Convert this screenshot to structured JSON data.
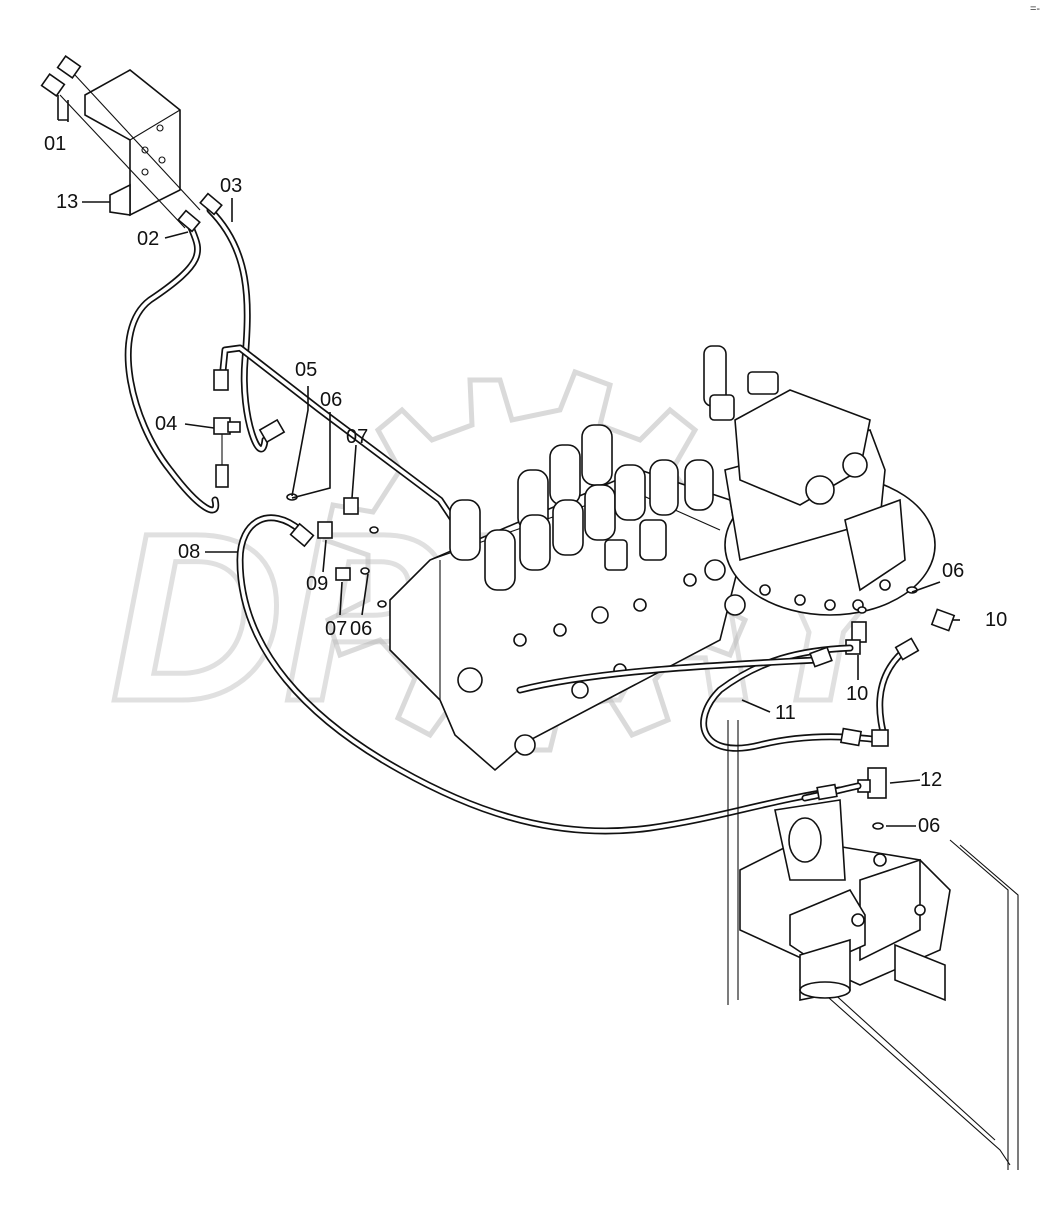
{
  "corner_mark": "=-",
  "watermark": "DPLAY",
  "callouts": [
    {
      "id": "c01",
      "text": "01"
    },
    {
      "id": "c13",
      "text": "13"
    },
    {
      "id": "c02",
      "text": "02"
    },
    {
      "id": "c03",
      "text": "03"
    },
    {
      "id": "c05",
      "text": "05"
    },
    {
      "id": "c04",
      "text": "04"
    },
    {
      "id": "c06a",
      "text": "06"
    },
    {
      "id": "c07a",
      "text": "07"
    },
    {
      "id": "c08",
      "text": "08"
    },
    {
      "id": "c09",
      "text": "09"
    },
    {
      "id": "c07b",
      "text": "07"
    },
    {
      "id": "c06b",
      "text": "06"
    },
    {
      "id": "c06c",
      "text": "06"
    },
    {
      "id": "c10a",
      "text": "10"
    },
    {
      "id": "c10b",
      "text": "10"
    },
    {
      "id": "c11",
      "text": "11"
    },
    {
      "id": "c12",
      "text": "12"
    },
    {
      "id": "c06d",
      "text": "06"
    }
  ]
}
